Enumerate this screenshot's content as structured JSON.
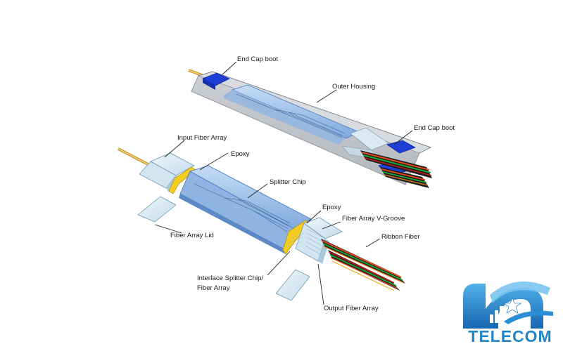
{
  "labels": {
    "end_cap_boot_top": "End Cap boot",
    "outer_housing": "Outer Housing",
    "end_cap_boot_right": "End Cap boot",
    "input_fiber_array": "Input Fiber Array",
    "epoxy_left": "Epoxy",
    "splitter_chip": "Splitter Chip",
    "epoxy_right": "Epoxy",
    "fiber_array_v_groove": "Fiber Array V-Groove",
    "ribbon_fiber": "Ribbon Fiber",
    "fiber_array_lid": "Fiber Array Lid",
    "interface_line1": "Interface Splitter Chip/",
    "interface_line2": "Fiber Array",
    "output_fiber_array": "Output Fiber Array"
  },
  "logo": {
    "text": "TELECOM",
    "color": "#1f86c9"
  },
  "colors": {
    "chip": "#9fc2ea",
    "housing": "#c9ccd2",
    "boot": "#1d3fd6",
    "epoxy": "#f2cc1e",
    "fiber": "#d9b03a"
  }
}
